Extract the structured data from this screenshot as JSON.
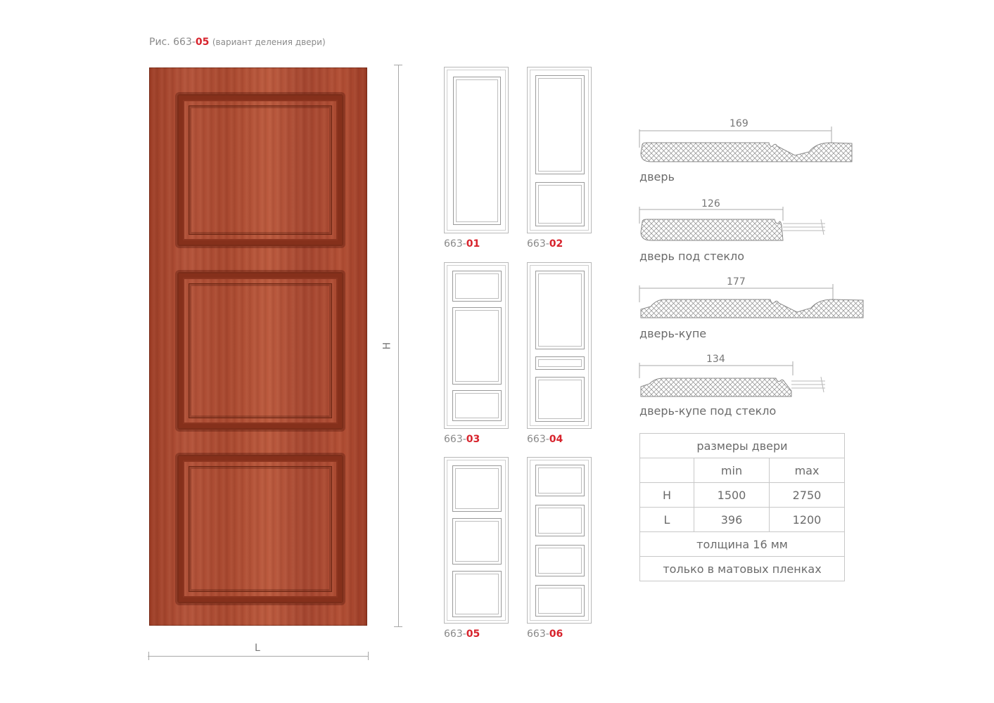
{
  "caption": {
    "prefix": "Рис. 663-",
    "number": "05",
    "note": "(вариант деления двери)"
  },
  "dimensions": {
    "height_label": "H",
    "width_label": "L"
  },
  "variants": [
    {
      "prefix": "663-",
      "number": "01"
    },
    {
      "prefix": "663-",
      "number": "02"
    },
    {
      "prefix": "663-",
      "number": "03"
    },
    {
      "prefix": "663-",
      "number": "04"
    },
    {
      "prefix": "663-",
      "number": "05"
    },
    {
      "prefix": "663-",
      "number": "06"
    }
  ],
  "profiles": [
    {
      "width": "169",
      "label": "дверь"
    },
    {
      "width": "126",
      "label": "дверь под стекло"
    },
    {
      "width": "177",
      "label": "дверь-купе"
    },
    {
      "width": "134",
      "label": "дверь-купе под стекло"
    }
  ],
  "size_table": {
    "title": "размеры двери",
    "col_min": "min",
    "col_max": "max",
    "rows": [
      {
        "name": "H",
        "min": "1500",
        "max": "2750"
      },
      {
        "name": "L",
        "min": "396",
        "max": "1200"
      }
    ],
    "thickness": "толщина 16 мм",
    "film_note": "только в матовых пленках"
  },
  "colors": {
    "accent": "#d7232c",
    "door_wood": "#b0503a"
  }
}
